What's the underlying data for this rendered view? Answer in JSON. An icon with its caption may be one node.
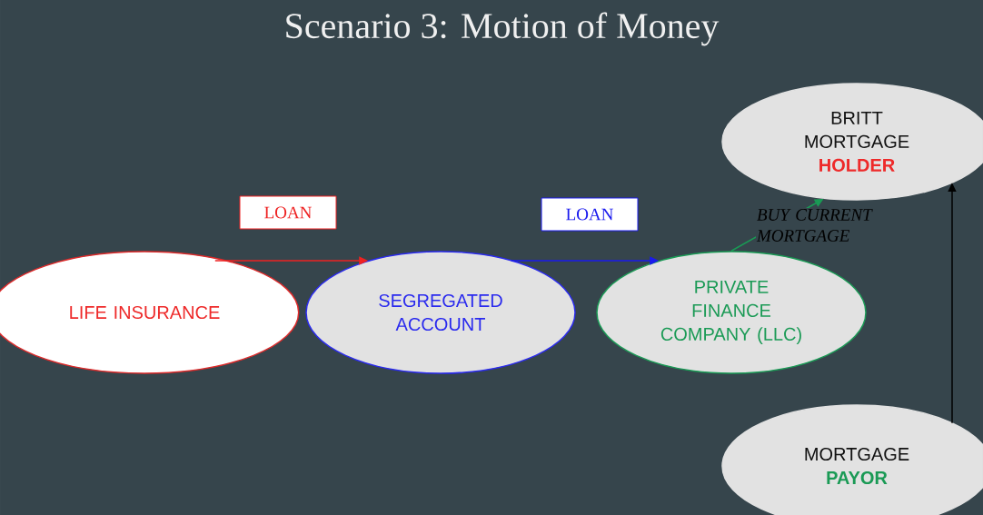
{
  "diagram": {
    "title": "Scenario 3: Motion of Money",
    "nodes": [
      {
        "text": [
          "LIFE INSURANCE"
        ]
      },
      {
        "text": [
          "SEGREGATED ACCOUNT"
        ]
      },
      {
        "text": [
          "PRIVATE FINANCE COMPANY (LLC)"
        ]
      },
      {
        "text": [
          "BRITT MORTGAGE",
          "HOLDER"
        ]
      },
      {
        "text": [
          "MORTGAGE",
          "PAYOR"
        ]
      }
    ],
    "edges": [
      {
        "from": 0,
        "to": 1,
        "arrow": "to",
        "label": "LOAN",
        "color": "#ee2222"
      },
      {
        "from": 1,
        "to": 2,
        "arrow": "to",
        "label": "LOAN",
        "color": "#1a1aee"
      },
      {
        "from": 2,
        "to": 3,
        "arrow": "to",
        "label": "BUY CURRENT MORTGAGE",
        "color": "#1a9a55"
      },
      {
        "from": 4,
        "to": 3,
        "arrow": "to",
        "color": "#000000"
      }
    ]
  }
}
